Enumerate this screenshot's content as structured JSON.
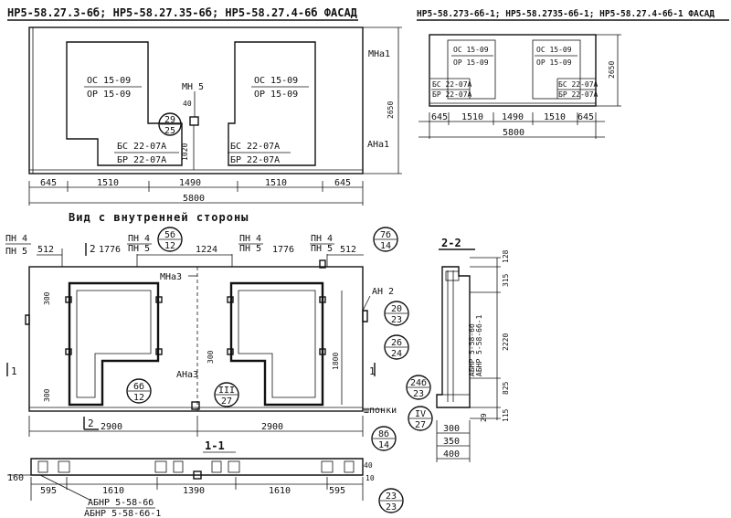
{
  "titles": {
    "facade_a": "НР5-58.27.3-6б; НР5-58.27.35-6б; НР5-58.27.4-6б ФАСАД",
    "facade_b": "НР5-58.273-6б-1; НР5-58.2735-6б-1; НР5-58.27.4-6б-1 ФАСАД",
    "inner_view": "Вид с внутренней стороны",
    "section_22": "2-2",
    "section_11": "1-1"
  },
  "facade_a": {
    "window_label_top": "ОС 15-09",
    "window_label_bottom": "ОР 15-09",
    "door_label_top": "БС 22-07А",
    "door_label_bottom": "БР 22-07А",
    "mn5": "МН 5",
    "dim_40": "40",
    "dim_1020": "1020",
    "dim_2650": "2650",
    "mark_mna1": "МНа1",
    "mark_ana1": "АНа1",
    "callout_top": "29",
    "callout_bottom": "25",
    "dims_bottom": [
      "645",
      "1510",
      "1490",
      "1510",
      "645"
    ],
    "dim_total": "5800"
  },
  "facade_b": {
    "window_label_top": "ОС 15-09",
    "window_label_bottom": "ОР 15-09",
    "door_label_top": "БС 22-07А",
    "door_label_bottom": "БР 22-07А",
    "dim_2650": "2650",
    "dims_bottom": [
      "645",
      "1510",
      "1490",
      "1510",
      "645"
    ],
    "dim_total": "5800"
  },
  "inner": {
    "pn4": "ПН 4",
    "pn5": "ПН 5",
    "dim_512": "512",
    "dim_1776": "1776",
    "dim_1224": "1224",
    "mark_2": "2",
    "mark_1": "1",
    "mna3": "МНа3",
    "ana3": "АНа3",
    "an2": "АН 2",
    "dim_300": "300",
    "dim_1800": "1800",
    "dim_2900": "2900",
    "shponki": "шпонки",
    "callouts": [
      {
        "top": "5б",
        "bottom": "12"
      },
      {
        "top": "7б",
        "bottom": "14"
      },
      {
        "top": "6б",
        "bottom": "12"
      },
      {
        "top": "III",
        "bottom": "27"
      },
      {
        "top": "20",
        "bottom": "23"
      },
      {
        "top": "26",
        "bottom": "24"
      },
      {
        "top": "24б",
        "bottom": "23"
      },
      {
        "top": "IV",
        "bottom": "27"
      },
      {
        "top": "8б",
        "bottom": "14"
      },
      {
        "top": "23",
        "bottom": "23"
      }
    ]
  },
  "section22": {
    "dims_right": [
      "128",
      "315",
      "2220",
      "825",
      "115"
    ],
    "dim_29": "29",
    "dims_bottom": [
      "300",
      "350",
      "400"
    ],
    "label_line1": "АБНР 5-58-6б",
    "label_line2": "АБНР 5-58-6б-1"
  },
  "section11": {
    "dim_160": "160",
    "dims": [
      "595",
      "1610",
      "1390",
      "1610",
      "595"
    ],
    "dim_40": "40",
    "dim_10": "10",
    "label_line1": "АБНР 5-58-6б",
    "label_line2": "АБНР 5-58-6б-1"
  }
}
